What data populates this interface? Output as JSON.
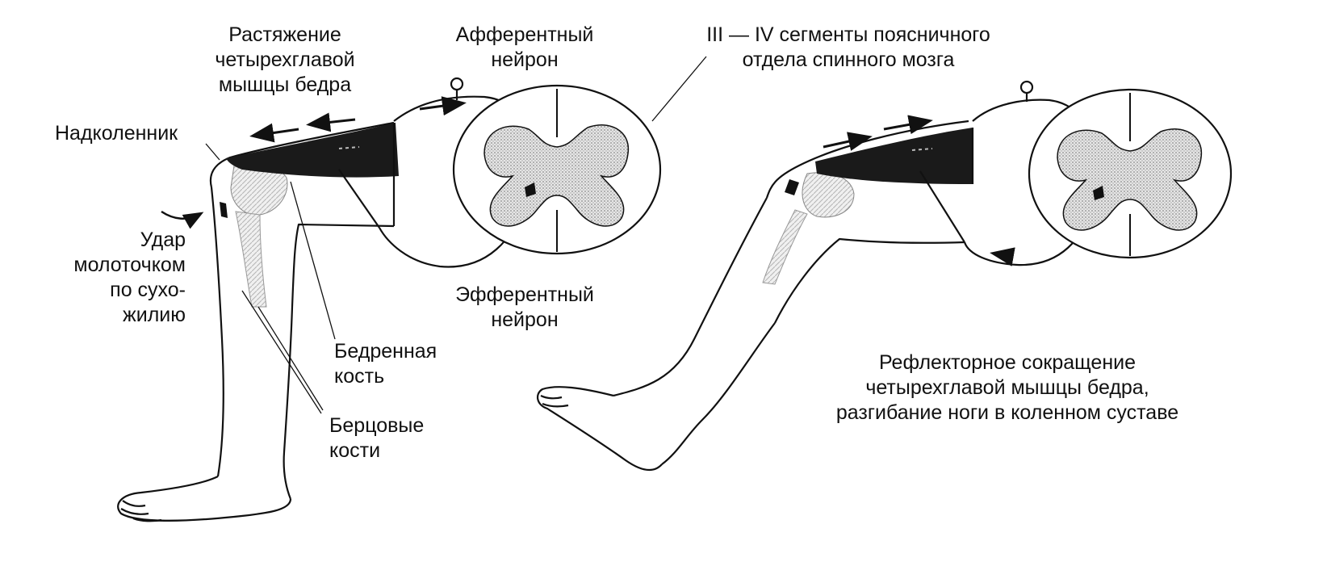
{
  "labels": {
    "stretch": [
      "Растяжение",
      "четырехглавой",
      "мышцы бедра"
    ],
    "afferent": [
      "Афферентный",
      "нейрон"
    ],
    "segments": [
      "III — IV сегменты поясничного",
      "отдела спинного мозга"
    ],
    "patella": "Надколенник",
    "hammer": [
      "Удар",
      "молоточком",
      "по сухо-",
      "жилию"
    ],
    "efferent": [
      "Эфферентный",
      "нейрон"
    ],
    "femur": [
      "Бедренная",
      "кость"
    ],
    "tibia": [
      "Берцовые",
      "кости"
    ],
    "reflex": [
      "Рефлекторное сокращение",
      "четырехглавой мышцы бедра,",
      "разгибание ноги в коленном суставе"
    ]
  },
  "colors": {
    "ink": "#111111",
    "muscle": "#1a1a1a",
    "gray_matter": "#d0d0d0",
    "bone": "#cfcfcf",
    "paper": "#ffffff"
  },
  "icons": {
    "receptor": "small-circle",
    "motion_arrow": "arrow",
    "hammer_strike": "curved-arrow"
  }
}
